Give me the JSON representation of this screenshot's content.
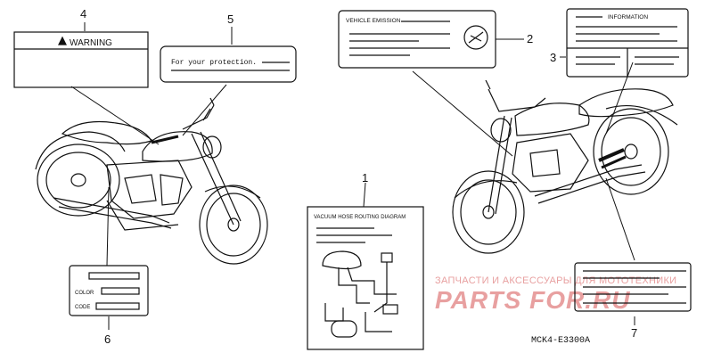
{
  "callouts": {
    "c1": "1",
    "c2": "2",
    "c3": "3",
    "c4": "4",
    "c5": "5",
    "c6": "6",
    "c7": "7"
  },
  "labels": {
    "warning": "WARNING",
    "protection": "For your protection.",
    "emission": "VEHICLE EMISSION",
    "information": "INFORMATION",
    "vacuum": "VACUUM HOSE ROUTING DIAGRAM",
    "color": "COLOR",
    "code": "CODE"
  },
  "watermark": {
    "line1": "ЗАПЧАСТИ И АКСЕССУАРЫ ДЛЯ МОТОТЕХНИКИ",
    "line2": "PARTS FOR.RU",
    "color": "#e8a0a0"
  },
  "diagram_code": "MCK4-E3300A"
}
